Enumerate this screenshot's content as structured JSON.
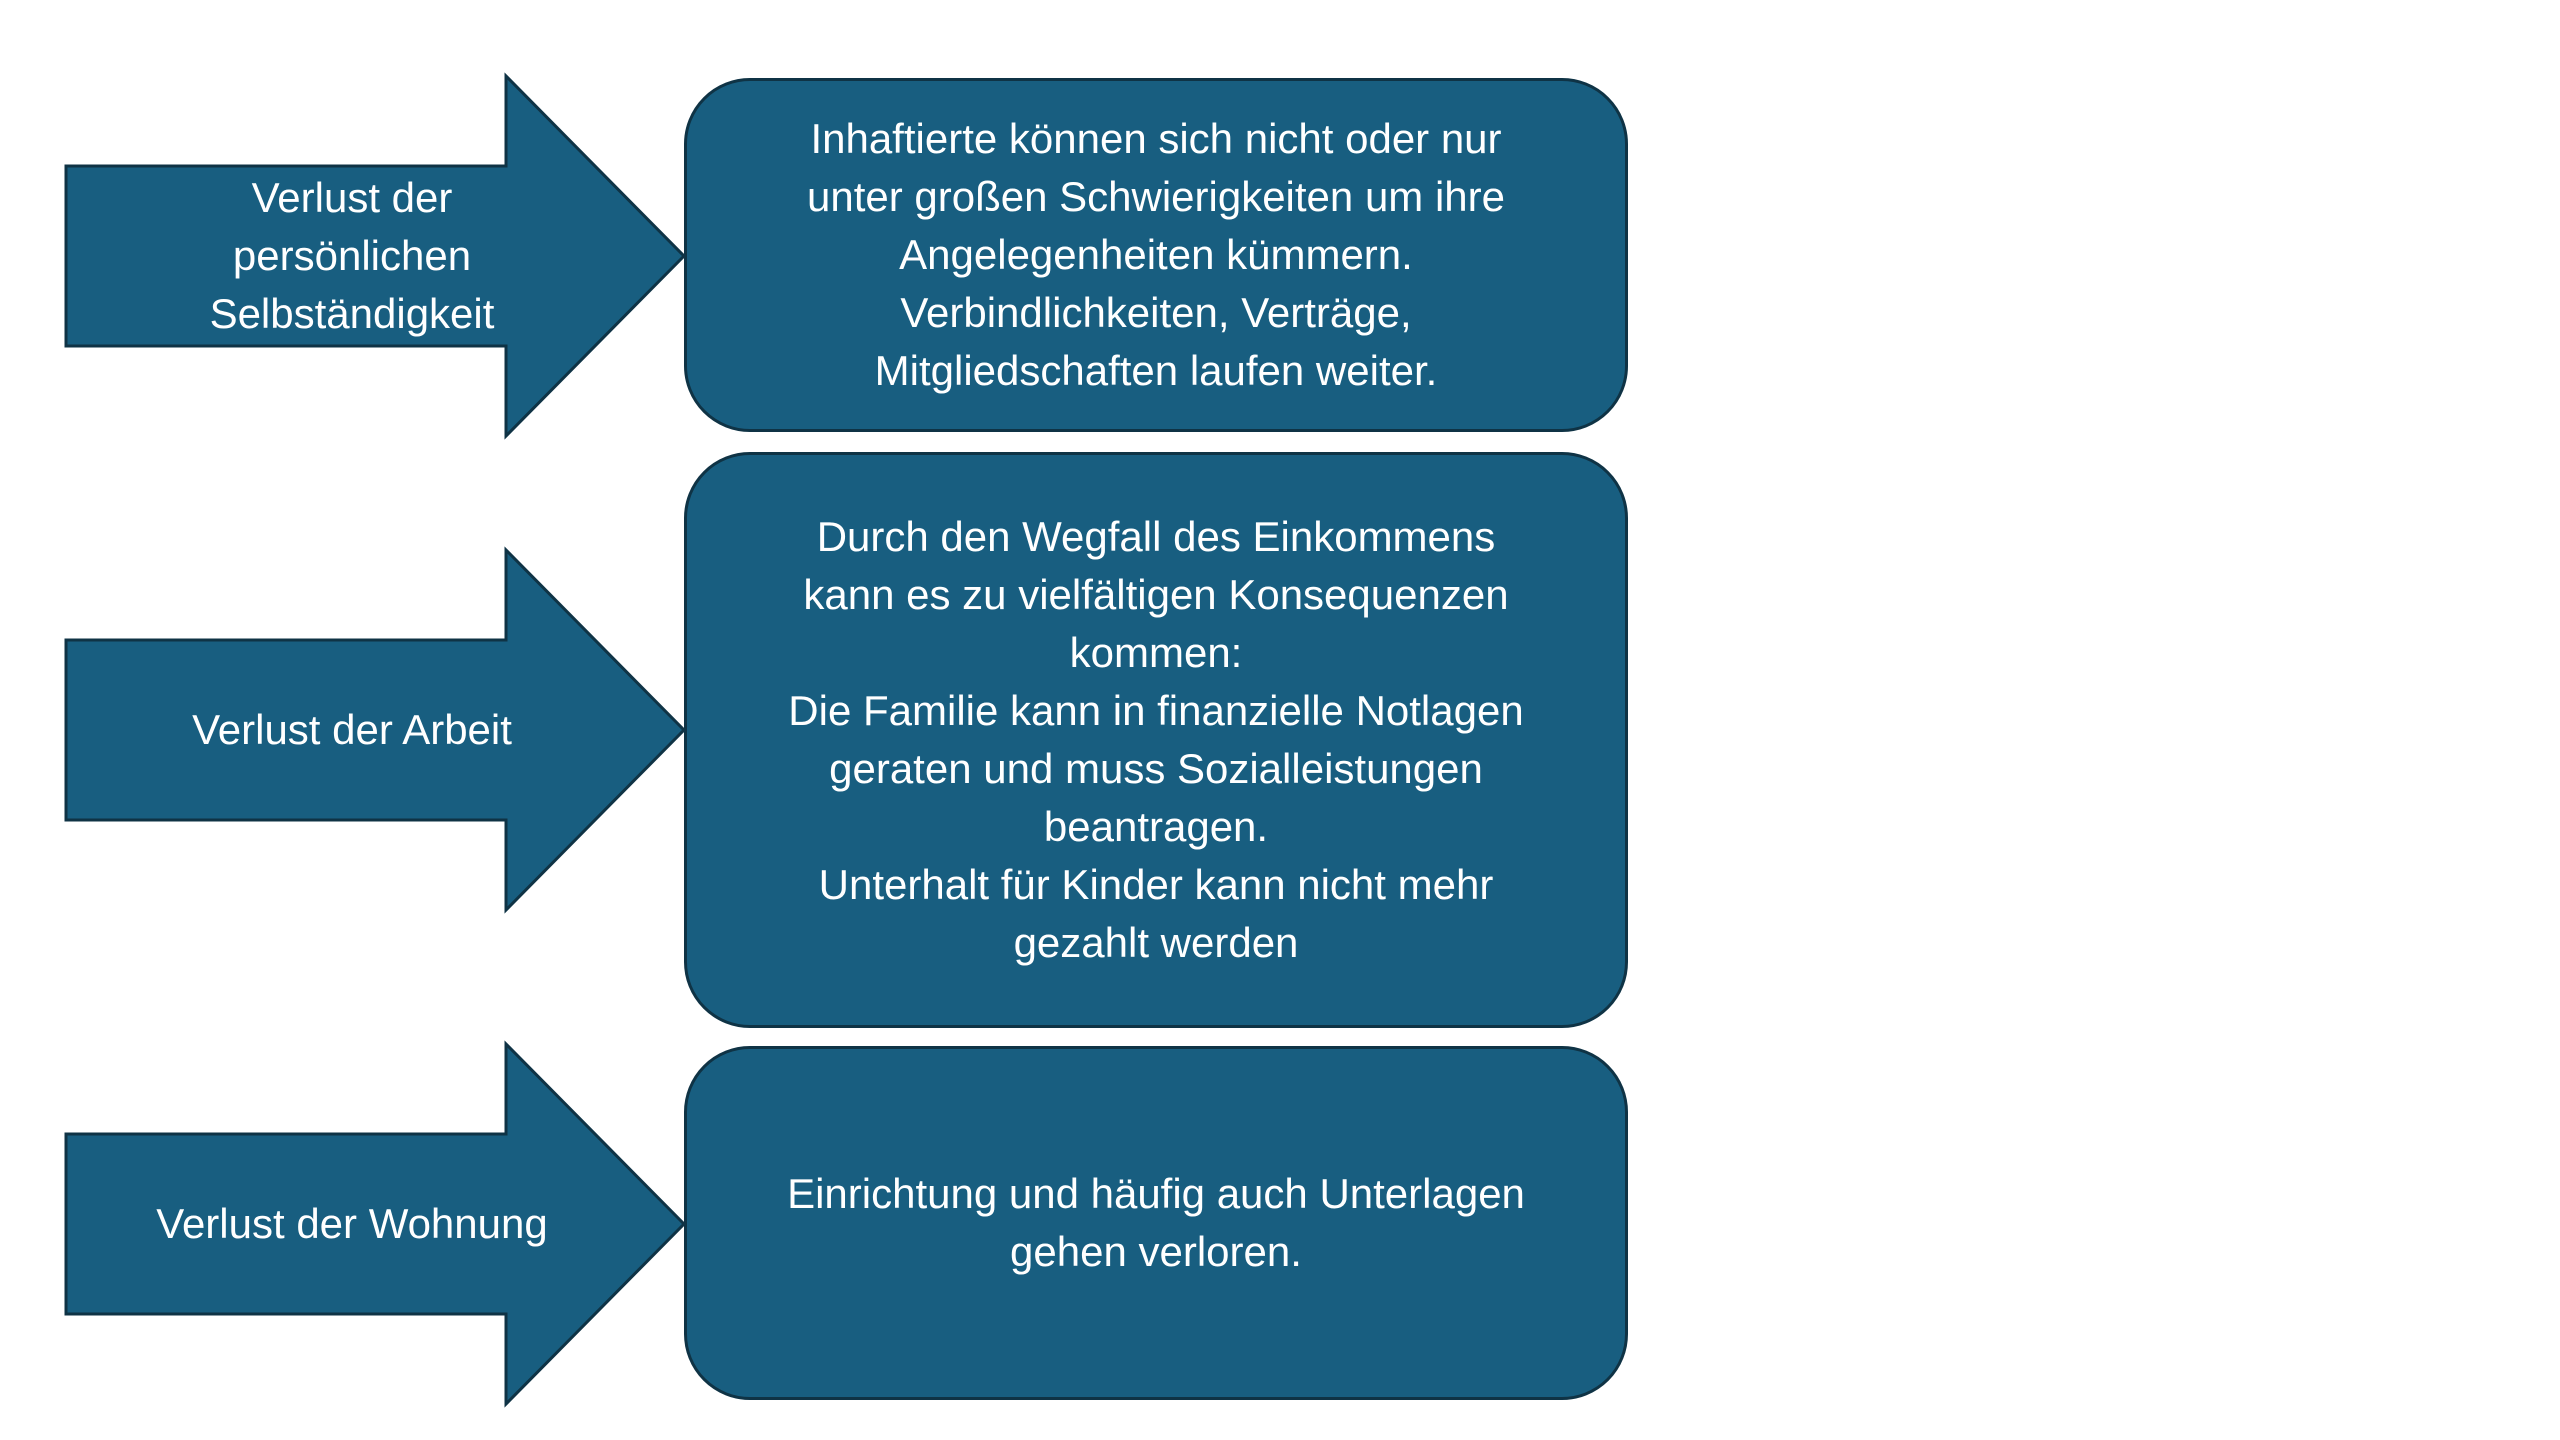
{
  "colors": {
    "fill": "#185e80",
    "stroke": "#0f3345",
    "text": "#ffffff",
    "background": "#ffffff"
  },
  "rows": [
    {
      "arrow_label": "Verlust der\npersönlichen\nSelbständigkeit",
      "description": "Inhaftierte können sich nicht oder nur\nunter großen Schwierigkeiten um ihre\nAngelegenheiten kümmern.\nVerbindlichkeiten, Verträge,\nMitgliedschaften laufen weiter."
    },
    {
      "arrow_label": "Verlust der Arbeit",
      "description": "Durch den Wegfall des Einkommens\nkann es zu vielfältigen Konsequenzen\nkommen:\nDie Familie kann in finanzielle Notlagen\ngeraten und muss Sozialleistungen\nbeantragen.\nUnterhalt für Kinder kann nicht mehr\ngezahlt werden"
    },
    {
      "arrow_label": "Verlust der Wohnung",
      "description": "Einrichtung und häufig auch Unterlagen\ngehen verloren."
    }
  ]
}
